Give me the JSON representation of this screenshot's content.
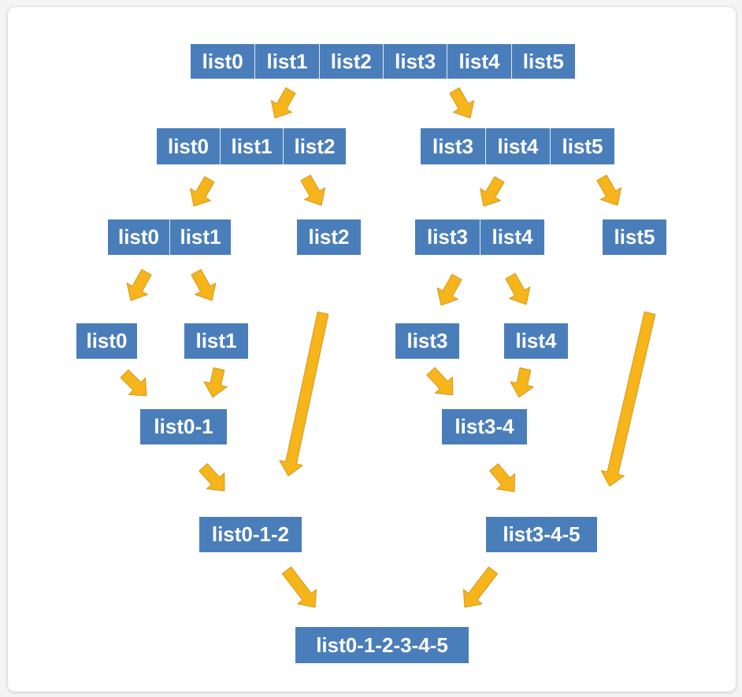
{
  "nodes": [
    {
      "id": "n-top",
      "labels": [
        "list0",
        "list1",
        "list2",
        "list3",
        "list4",
        "list5"
      ]
    },
    {
      "id": "n-l-012",
      "labels": [
        "list0",
        "list1",
        "list2"
      ]
    },
    {
      "id": "n-r-345",
      "labels": [
        "list3",
        "list4",
        "list5"
      ]
    },
    {
      "id": "n-l-01",
      "labels": [
        "list0",
        "list1"
      ]
    },
    {
      "id": "n-l-2",
      "labels": [
        "list2"
      ]
    },
    {
      "id": "n-r-34",
      "labels": [
        "list3",
        "list4"
      ]
    },
    {
      "id": "n-r-5",
      "labels": [
        "list5"
      ]
    },
    {
      "id": "n-l-0",
      "labels": [
        "list0"
      ]
    },
    {
      "id": "n-l-1",
      "labels": [
        "list1"
      ]
    },
    {
      "id": "n-r-3",
      "labels": [
        "list3"
      ]
    },
    {
      "id": "n-r-4",
      "labels": [
        "list4"
      ]
    },
    {
      "id": "n-m-01",
      "labels": [
        "list0-1"
      ]
    },
    {
      "id": "n-m-34",
      "labels": [
        "list3-4"
      ]
    },
    {
      "id": "n-m-012",
      "labels": [
        "list0-1-2"
      ]
    },
    {
      "id": "n-m-345",
      "labels": [
        "list3-4-5"
      ]
    },
    {
      "id": "n-m-012345",
      "labels": [
        "list0-1-2-3-4-5"
      ]
    }
  ],
  "colors": {
    "box_fill": "#4a7ebb",
    "box_text": "#ffffff",
    "arrow_fill": "#f5b51b",
    "arrow_stroke": "#d9961a",
    "frame_bg": "#ffffff",
    "page_bg": "#f4f4f4"
  }
}
